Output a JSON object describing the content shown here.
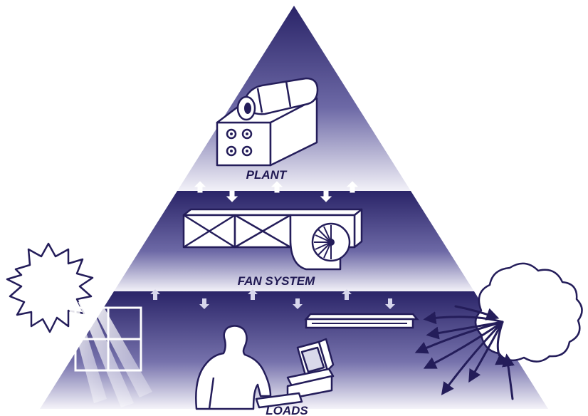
{
  "tiers": {
    "plant": "PLANT",
    "fan_system": "FAN SYSTEM",
    "loads": "LOADS"
  },
  "colors": {
    "dark": "#2a2468",
    "mid": "#6a66a4",
    "light": "#ffffff",
    "ink": "#241d5a"
  },
  "icons": [
    "chiller-icon",
    "air-handler-icon",
    "sun-icon",
    "window-icon",
    "person-icon",
    "computer-icon",
    "light-fixture-icon",
    "cloud-icon"
  ]
}
